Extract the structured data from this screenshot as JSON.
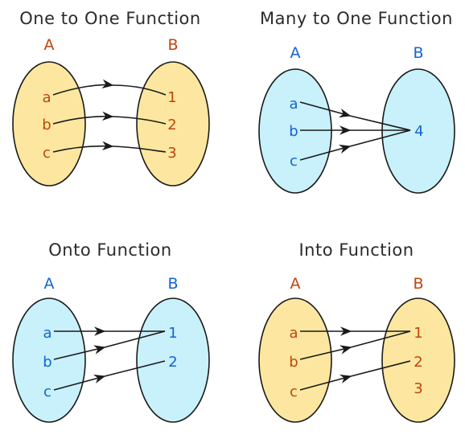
{
  "colors": {
    "yellow_fill": "#fde7a0",
    "blue_fill": "#c8f1fb",
    "orange_text": "#c1440e",
    "blue_text": "#1463d6"
  },
  "panels": [
    {
      "title": "One to One Function",
      "set_a_label": "A",
      "set_b_label": "B",
      "fill": "yellow",
      "text_color": "orange",
      "domain": [
        "a",
        "b",
        "c"
      ],
      "codomain": [
        "1",
        "2",
        "3"
      ],
      "mapping": [
        [
          "a",
          "1"
        ],
        [
          "b",
          "2"
        ],
        [
          "c",
          "3"
        ]
      ]
    },
    {
      "title": "Many to One Function",
      "set_a_label": "A",
      "set_b_label": "B",
      "fill": "blue",
      "text_color": "blue",
      "domain": [
        "a",
        "b",
        "c"
      ],
      "codomain": [
        "4"
      ],
      "mapping": [
        [
          "a",
          "4"
        ],
        [
          "b",
          "4"
        ],
        [
          "c",
          "4"
        ]
      ]
    },
    {
      "title": "Onto Function",
      "set_a_label": "A",
      "set_b_label": "B",
      "fill": "blue",
      "text_color": "blue",
      "domain": [
        "a",
        "b",
        "c"
      ],
      "codomain": [
        "1",
        "2"
      ],
      "mapping": [
        [
          "a",
          "1"
        ],
        [
          "b",
          "1"
        ],
        [
          "c",
          "2"
        ]
      ]
    },
    {
      "title": "Into Function",
      "set_a_label": "A",
      "set_b_label": "B",
      "fill": "yellow",
      "text_color": "orange",
      "domain": [
        "a",
        "b",
        "c"
      ],
      "codomain": [
        "1",
        "2",
        "3"
      ],
      "mapping": [
        [
          "a",
          "1"
        ],
        [
          "b",
          "1"
        ],
        [
          "c",
          "2"
        ]
      ]
    }
  ]
}
